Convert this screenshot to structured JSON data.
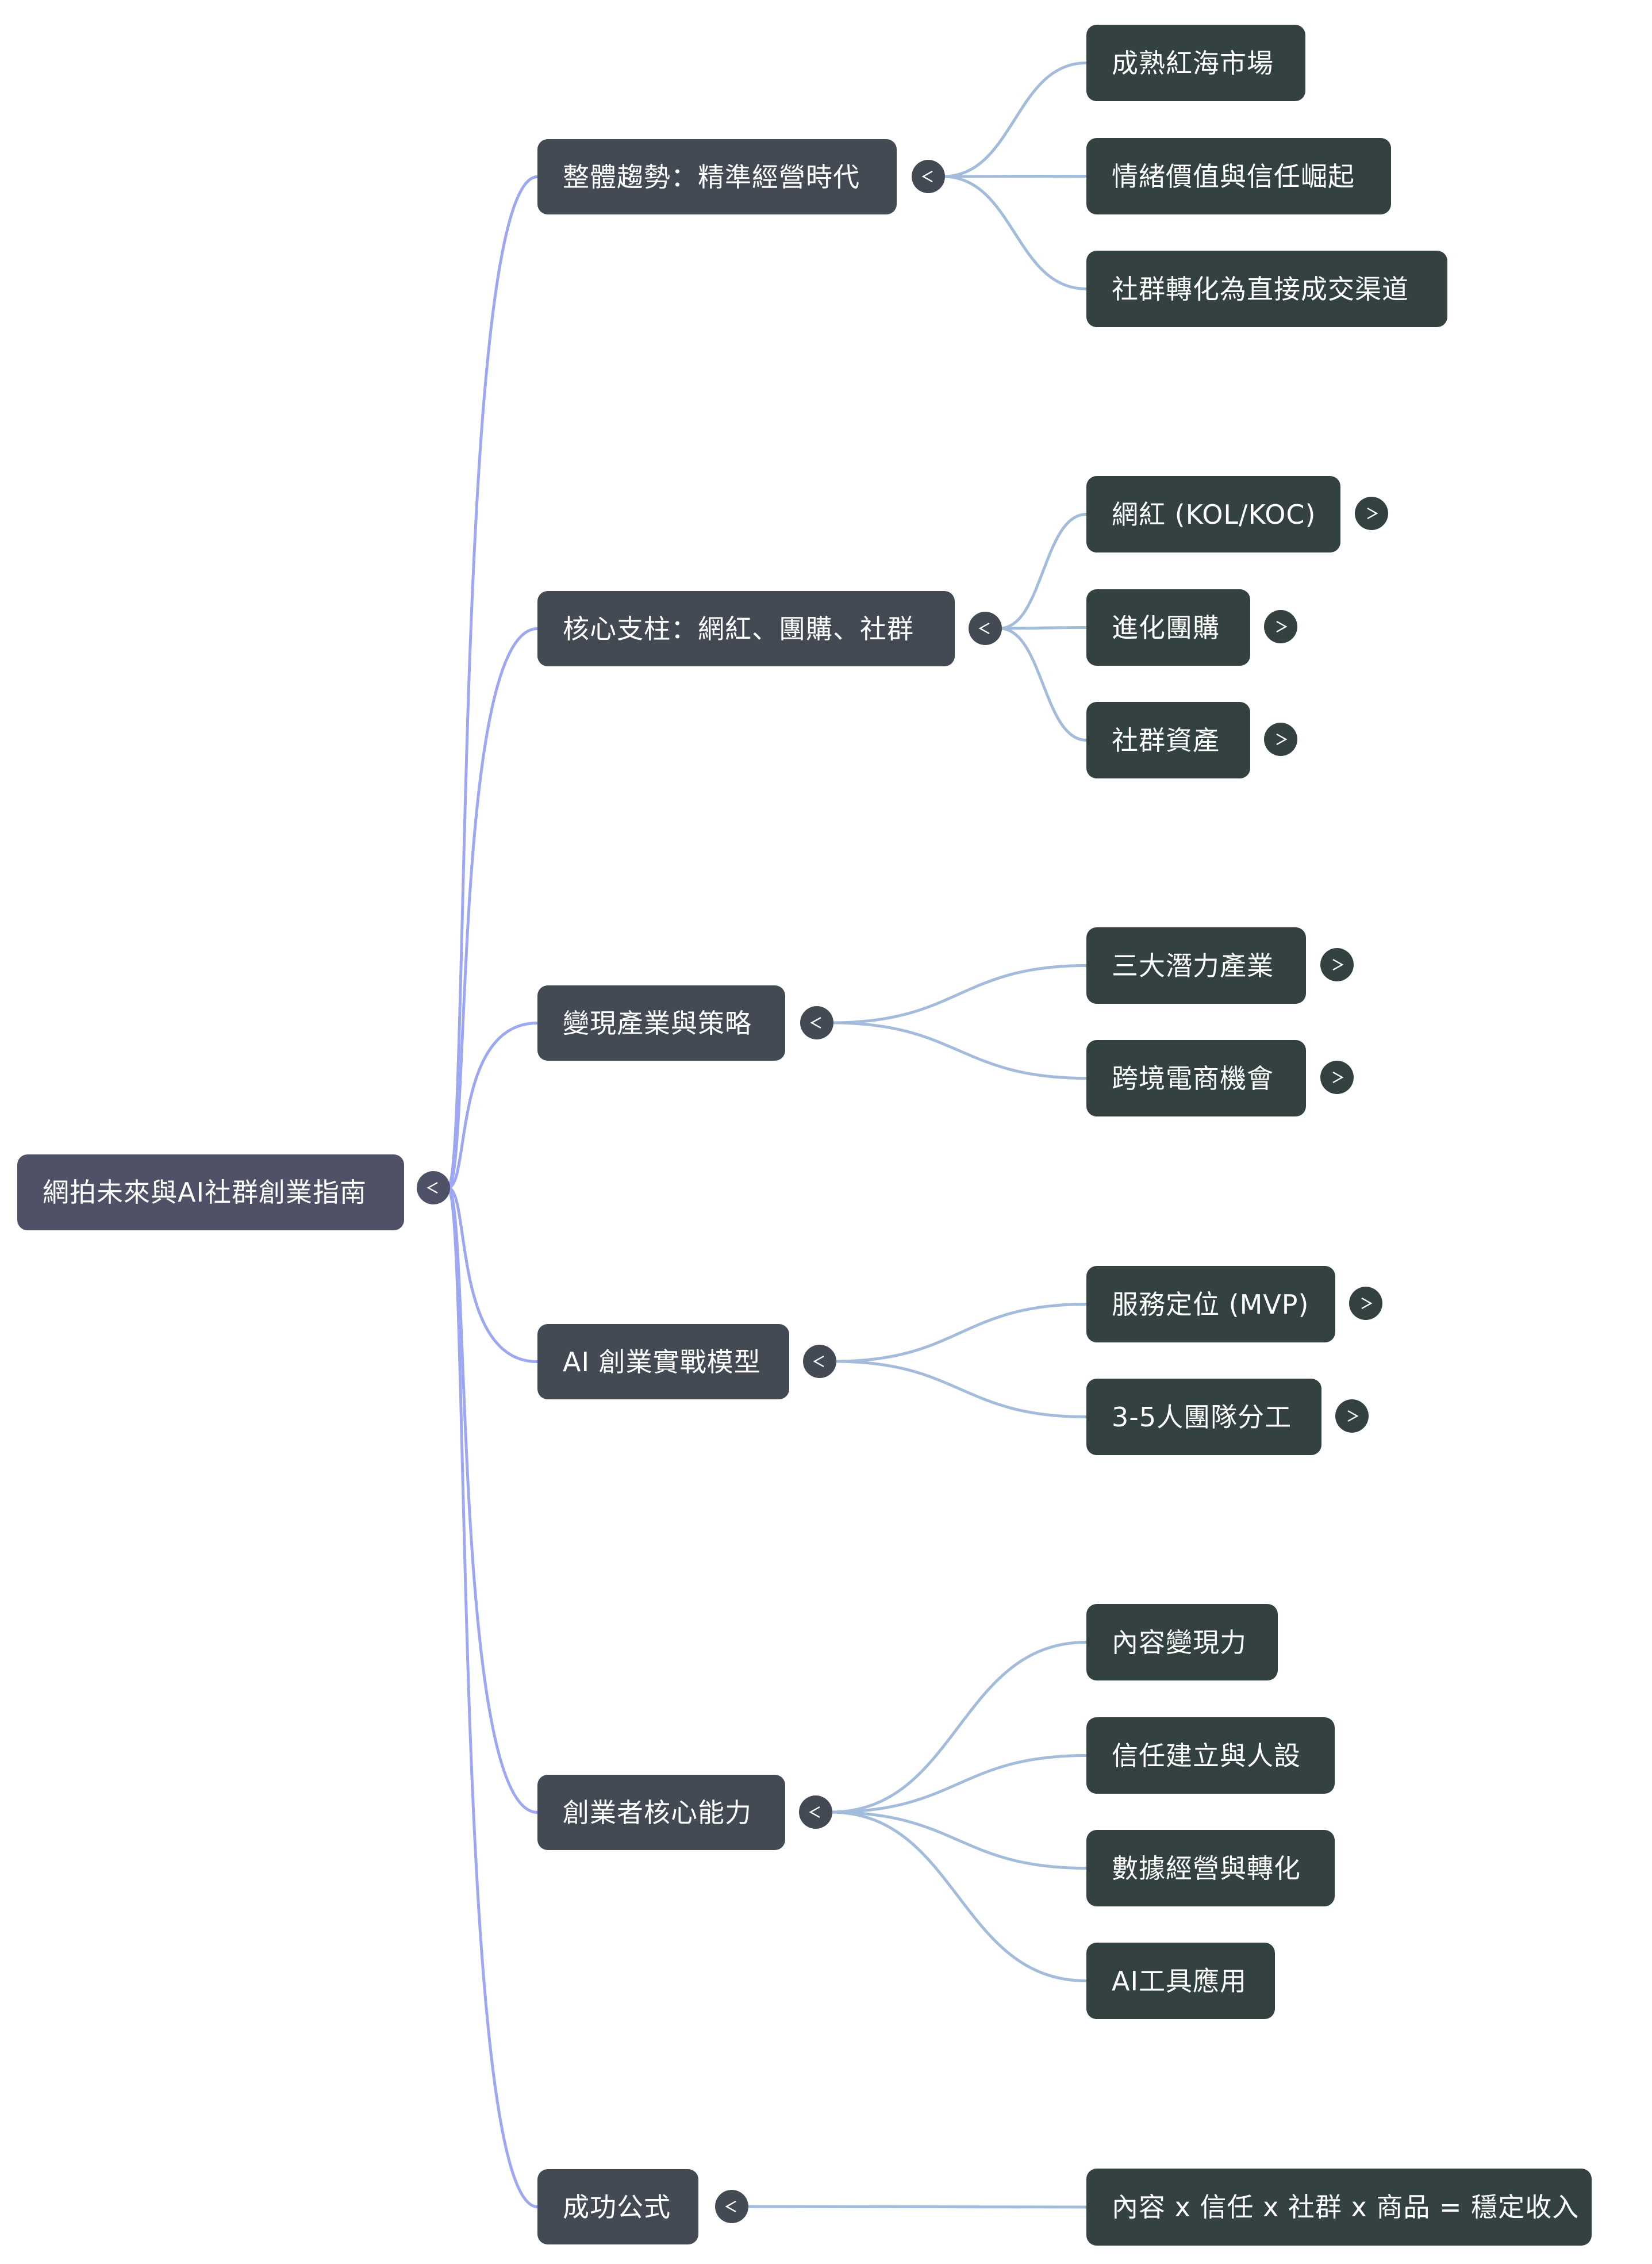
{
  "colors": {
    "root": "#4f5166",
    "level1": "#434a54",
    "level2": "#334240",
    "edge_level1": "#9ea8f2",
    "edge_level2": "#a3bcdc",
    "text": "#ffffff"
  },
  "root": {
    "label": "網拍未來與AI社群創業指南",
    "toggle_icon": "chevron-left-icon"
  },
  "branches": [
    {
      "label": "整體趨勢：精準經營時代",
      "toggle_icon": "chevron-left-icon",
      "children": [
        {
          "label": "成熟紅海市場",
          "expandable": false
        },
        {
          "label": "情緒價值與信任崛起",
          "expandable": false
        },
        {
          "label": "社群轉化為直接成交渠道",
          "expandable": false
        }
      ]
    },
    {
      "label": "核心支柱：網紅、團購、社群",
      "toggle_icon": "chevron-left-icon",
      "children": [
        {
          "label": "網紅 (KOL/KOC)",
          "expandable": true
        },
        {
          "label": "進化團購",
          "expandable": true
        },
        {
          "label": "社群資產",
          "expandable": true
        }
      ]
    },
    {
      "label": "變現產業與策略",
      "toggle_icon": "chevron-left-icon",
      "children": [
        {
          "label": "三大潛力產業",
          "expandable": true
        },
        {
          "label": "跨境電商機會",
          "expandable": true
        }
      ]
    },
    {
      "label": "AI 創業實戰模型",
      "toggle_icon": "chevron-left-icon",
      "children": [
        {
          "label": "服務定位 (MVP)",
          "expandable": true
        },
        {
          "label": "3-5人團隊分工",
          "expandable": true
        }
      ]
    },
    {
      "label": "創業者核心能力",
      "toggle_icon": "chevron-left-icon",
      "children": [
        {
          "label": "內容變現力",
          "expandable": false
        },
        {
          "label": "信任建立與人設",
          "expandable": false
        },
        {
          "label": "數據經營與轉化",
          "expandable": false
        },
        {
          "label": "AI工具應用",
          "expandable": false
        }
      ]
    },
    {
      "label": "成功公式",
      "toggle_icon": "chevron-left-icon",
      "children": [
        {
          "label": "內容 x 信任 x 社群 x 商品 = 穩定收入",
          "expandable": false
        }
      ]
    }
  ]
}
